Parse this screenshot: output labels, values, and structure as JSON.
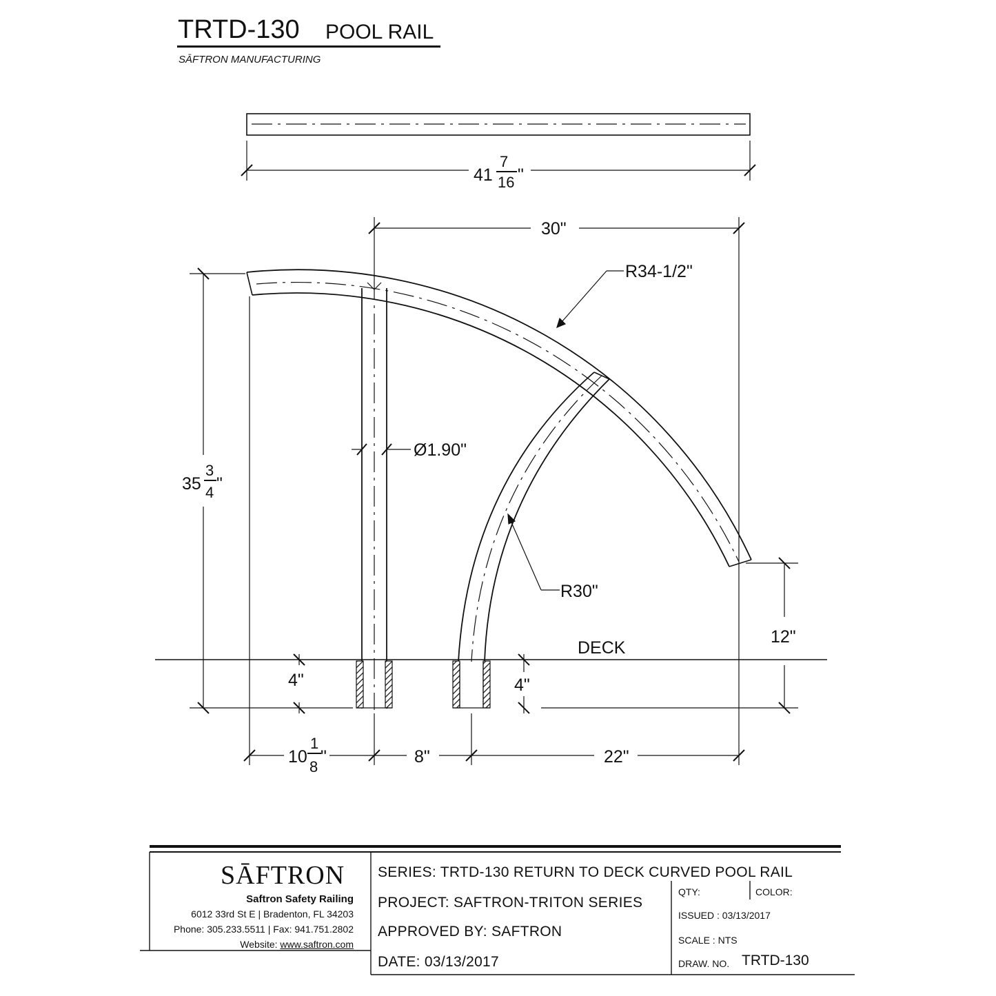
{
  "header": {
    "code": "TRTD-130",
    "name": "POOL RAIL",
    "company": "SĀFTRON MANUFACTURING"
  },
  "dimensions": {
    "top_length_whole": "41",
    "top_length_num": "7",
    "top_length_den": "16",
    "top_length_unit": "\"",
    "span_30": "30\"",
    "outer_radius": "R34-1/2\"",
    "inner_radius": "R30\"",
    "pipe_diameter": "Ø1.90\"",
    "height_whole": "35",
    "height_num": "3",
    "height_den": "4",
    "height_unit": "\"",
    "embed_left": "4\"",
    "embed_right": "4\"",
    "end_height": "12\"",
    "deck_label": "DECK",
    "overhang_whole": "10",
    "overhang_num": "1",
    "overhang_den": "8",
    "overhang_unit": "\"",
    "post_gap": "8\"",
    "inner_span": "22\""
  },
  "title_block": {
    "logo": "SĀFTRON",
    "company_name": "Saftron Safety Railing",
    "address": "6012 33rd St E | Bradenton, FL 34203",
    "phone": "Phone: 305.233.5511 | Fax: 941.751.2802",
    "website_label": "Website: ",
    "website": "www.saftron.com",
    "series": "SERIES:  TRTD-130 RETURN TO DECK CURVED POOL RAIL",
    "project": "PROJECT:  SAFTRON-TRITON SERIES",
    "approved": "APPROVED BY:  SAFTRON",
    "date": "DATE:  03/13/2017",
    "qty": "QTY:",
    "color": "COLOR:",
    "issued": "ISSUED :  03/13/2017",
    "scale": "SCALE :  NTS",
    "draw_no_label": "DRAW. NO.",
    "draw_no": "TRTD-130"
  }
}
